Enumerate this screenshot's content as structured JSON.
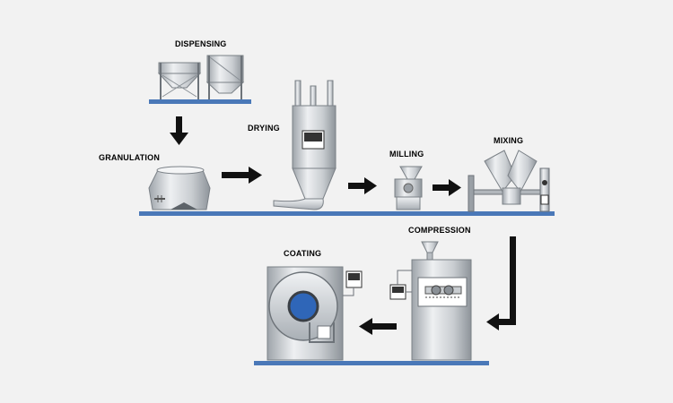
{
  "diagram": {
    "stages": [
      {
        "id": "dispensing",
        "label": "DISPENSING"
      },
      {
        "id": "granulation",
        "label": "GRANULATION"
      },
      {
        "id": "drying",
        "label": "DRYING"
      },
      {
        "id": "milling",
        "label": "MILLING"
      },
      {
        "id": "mixing",
        "label": "MIXING"
      },
      {
        "id": "compression",
        "label": "COMPRESSION"
      },
      {
        "id": "coating",
        "label": "COATING"
      }
    ],
    "flow": [
      [
        "dispensing",
        "granulation"
      ],
      [
        "granulation",
        "drying"
      ],
      [
        "drying",
        "milling"
      ],
      [
        "milling",
        "mixing"
      ],
      [
        "mixing",
        "compression"
      ],
      [
        "compression",
        "coating"
      ]
    ]
  },
  "colors": {
    "background": "#f2f2f2",
    "conveyor": "#4a78b8",
    "arrow": "#111111",
    "machine_light": "#e6e8ea",
    "machine_dark": "#9aa0a6",
    "coating_drum": "#2f66b8"
  }
}
